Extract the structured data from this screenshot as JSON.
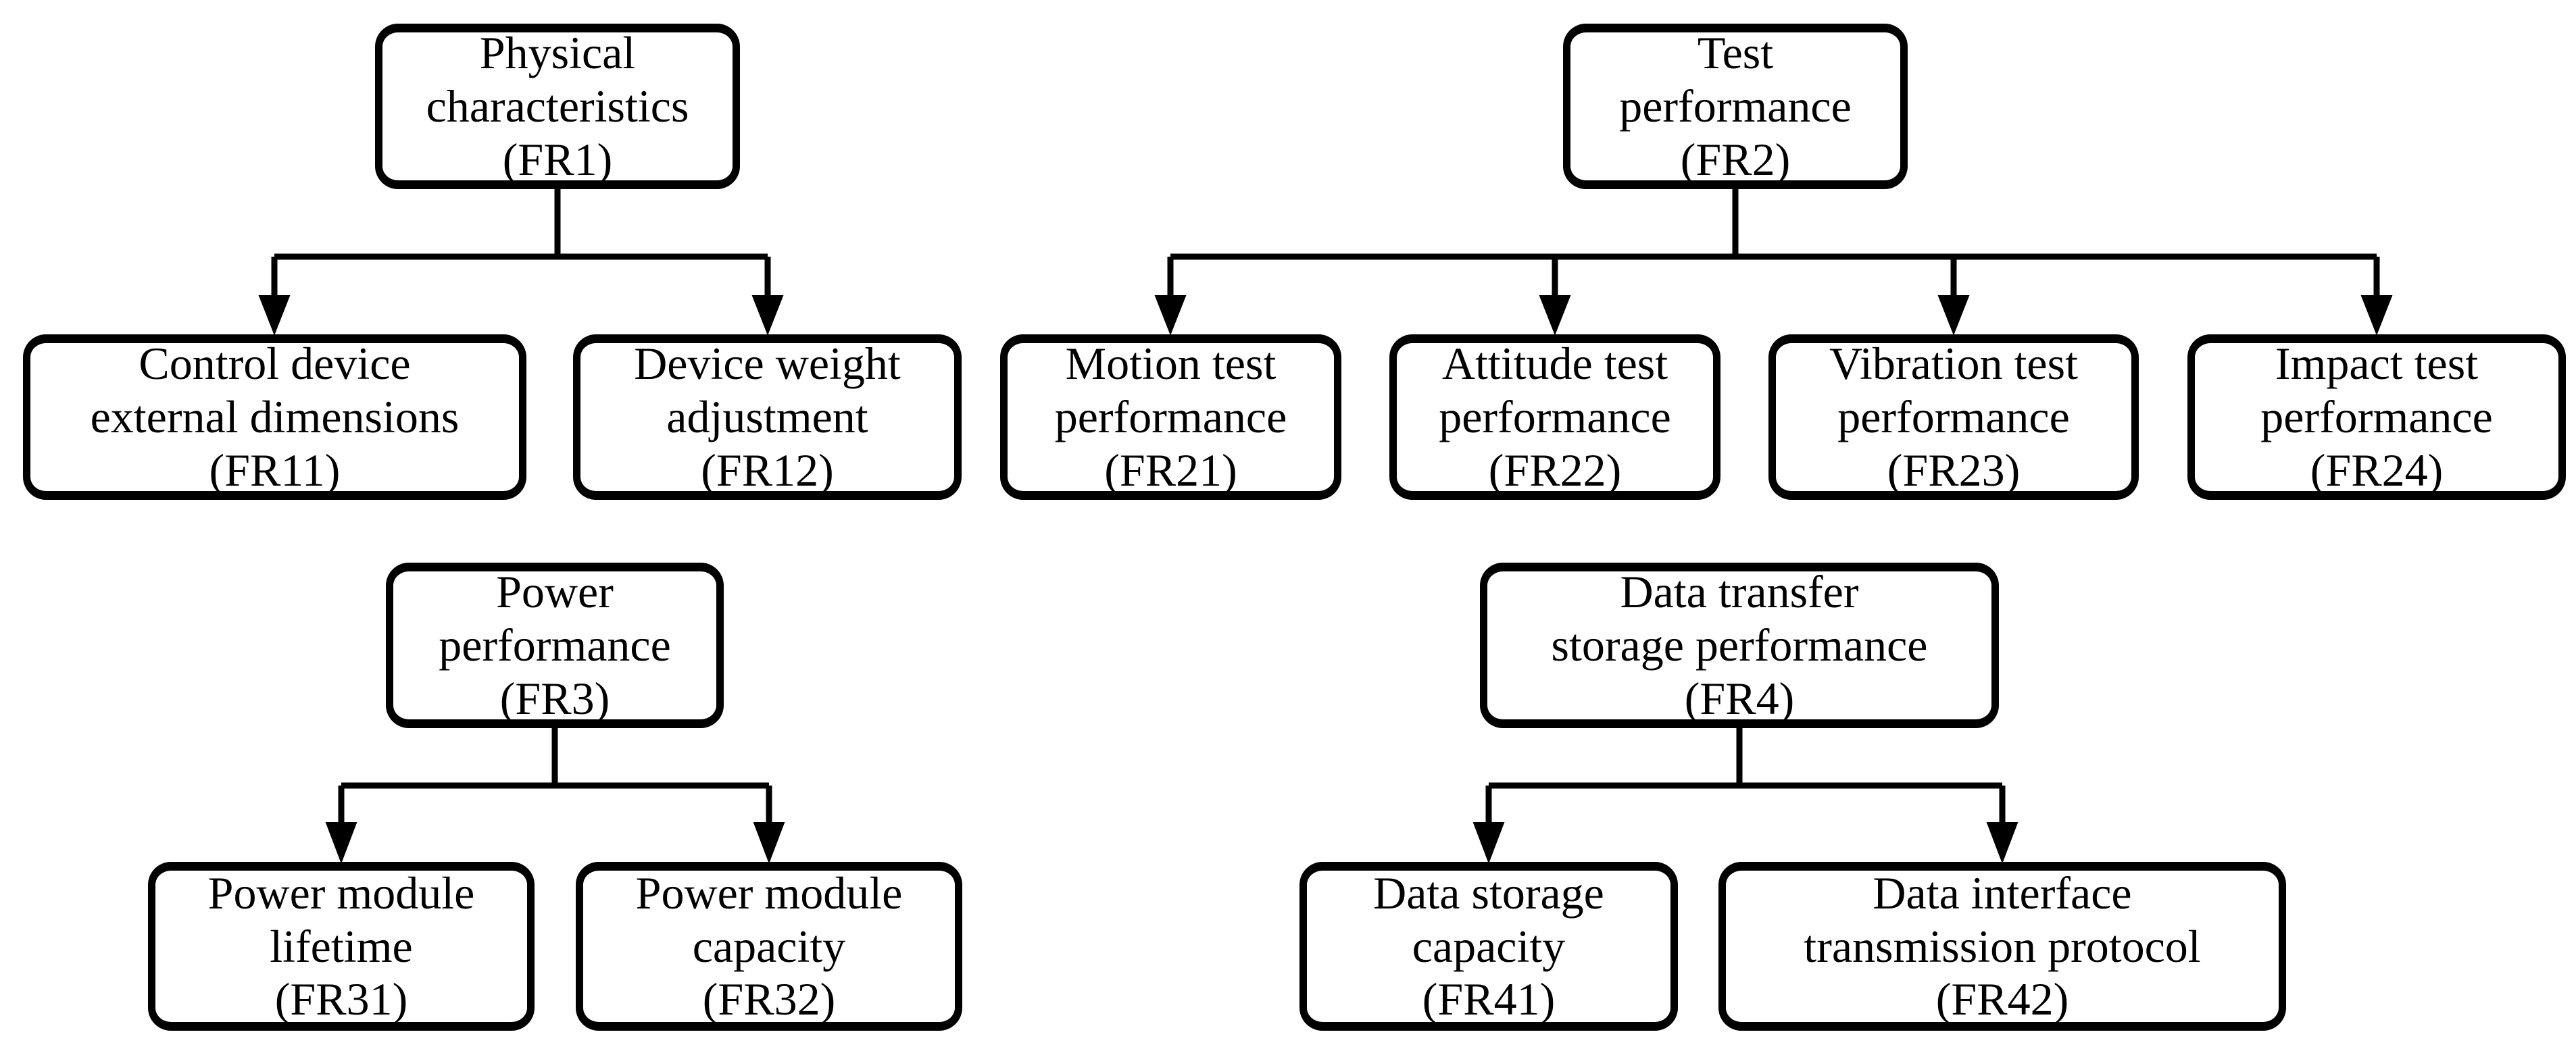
{
  "figure": {
    "type": "hierarchy-diagram",
    "description": "Functional requirements decomposition tree",
    "groups": [
      {
        "parent": "FR1",
        "children": [
          "FR11",
          "FR12"
        ]
      },
      {
        "parent": "FR2",
        "children": [
          "FR21",
          "FR22",
          "FR23",
          "FR24"
        ]
      },
      {
        "parent": "FR3",
        "children": [
          "FR31",
          "FR32"
        ]
      },
      {
        "parent": "FR4",
        "children": [
          "FR41",
          "FR42"
        ]
      }
    ]
  },
  "colors": {
    "ink": "#000000",
    "background": "#ffffff"
  },
  "nodes": {
    "fr1": {
      "id": "FR1",
      "label": "Physical\ncharacteristics\n(FR1)"
    },
    "fr11": {
      "id": "FR11",
      "label": "Control device\nexternal dimensions\n(FR11)"
    },
    "fr12": {
      "id": "FR12",
      "label": "Device weight\nadjustment\n(FR12)"
    },
    "fr2": {
      "id": "FR2",
      "label": "Test\nperformance\n(FR2)"
    },
    "fr21": {
      "id": "FR21",
      "label": "Motion test\nperformance\n(FR21)"
    },
    "fr22": {
      "id": "FR22",
      "label": "Attitude test\nperformance\n(FR22)"
    },
    "fr23": {
      "id": "FR23",
      "label": "Vibration test\nperformance\n(FR23)"
    },
    "fr24": {
      "id": "FR24",
      "label": "Impact test\nperformance\n(FR24)"
    },
    "fr3": {
      "id": "FR3",
      "label": "Power\nperformance\n(FR3)"
    },
    "fr31": {
      "id": "FR31",
      "label": "Power module\nlifetime\n(FR31)"
    },
    "fr32": {
      "id": "FR32",
      "label": "Power module\ncapacity\n(FR32)"
    },
    "fr4": {
      "id": "FR4",
      "label": "Data transfer\nstorage performance\n(FR4)"
    },
    "fr41": {
      "id": "FR41",
      "label": "Data storage\ncapacity\n(FR41)"
    },
    "fr42": {
      "id": "FR42",
      "label": "Data interface\ntransmission protocol\n(FR42)"
    }
  }
}
